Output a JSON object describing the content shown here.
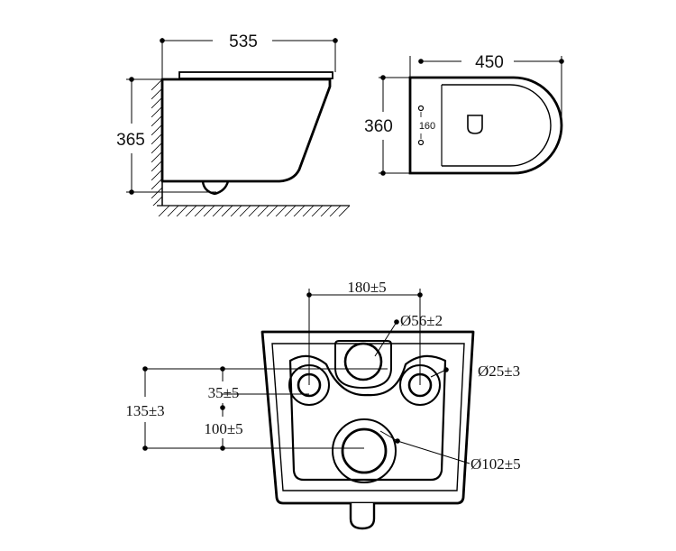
{
  "side_view": {
    "width_label": "535",
    "height_label": "365"
  },
  "top_view": {
    "depth_label": "450",
    "width_label": "360",
    "bolt_spacing_label": "160"
  },
  "rear_view": {
    "bolt_spacing_label": "180±5",
    "inlet_diameter_label": "Ø56±2",
    "bolt_hole_diameter_label": "Ø25±3",
    "bolt_to_inlet_height_label": "35±5",
    "bolt_to_outlet_height_label": "135±3",
    "outlet_height_label": "100±5",
    "outlet_diameter_label": "Ø102±5"
  }
}
